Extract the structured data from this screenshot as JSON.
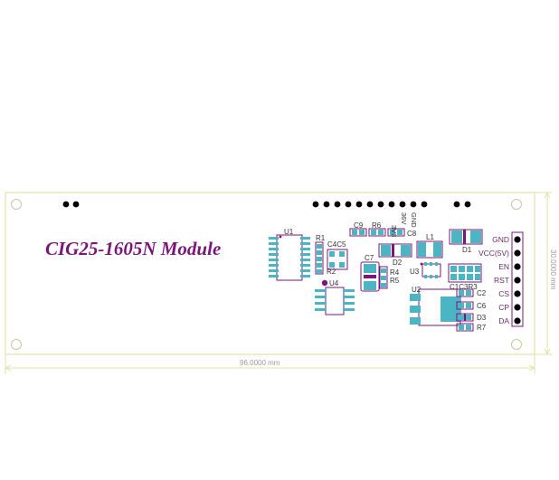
{
  "module_title": "CIG25-1605N Module",
  "dimensions": {
    "width_label": "96.0000 mm",
    "height_label": "30.0000 mm"
  },
  "components": {
    "U1": "U1",
    "U2": "U2",
    "U3": "U3",
    "U4": "U4",
    "R1": "R1",
    "R2": "R2",
    "R4": "R4",
    "R5": "R5",
    "R6": "R6",
    "R7": "R7",
    "C1C3R3": "C1C3R3",
    "C2": "C2",
    "C4C5": "C4C5",
    "C6": "C6",
    "C7": "C7",
    "C8": "C8",
    "C9": "C9",
    "D1": "D1",
    "D2": "D2",
    "D3": "D3",
    "L1": "L1"
  },
  "top_labels": [
    "3V3",
    "36V",
    "GND"
  ],
  "pins": [
    "GND",
    "VCC(5V)",
    "EN",
    "RST",
    "CS",
    "CP",
    "DA"
  ],
  "colors": {
    "outline": "#dede9c",
    "pad": "#4cb5c4",
    "silk": "#7a1678",
    "title": "#7a1678",
    "pin_label": "#6a2b6a",
    "dim_line": "#e2e2aa",
    "dim_text": "#9a9a9a",
    "hole": "#000000"
  }
}
